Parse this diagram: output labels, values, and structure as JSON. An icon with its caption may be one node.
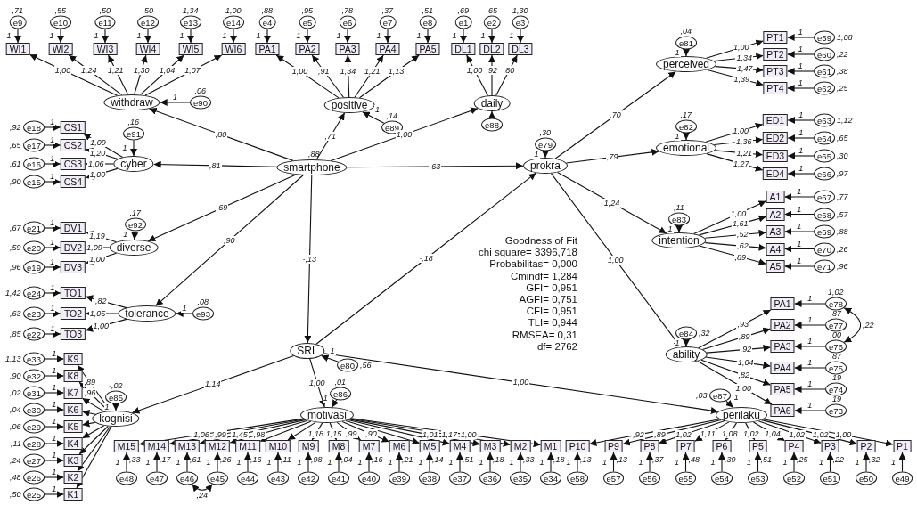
{
  "diagram": {
    "nodes": [
      {
        "text": [
          "e9"
        ],
        "beside": [
          ",71"
        ]
      },
      {
        "text": [
          "e10"
        ],
        "beside": [
          ",55"
        ]
      },
      {
        "text": [
          "e11"
        ],
        "beside": [
          ",50"
        ]
      },
      {
        "text": [
          "e12"
        ],
        "beside": [
          ",50"
        ]
      },
      {
        "text": [
          "e13"
        ],
        "beside": [
          "1,34"
        ]
      },
      {
        "text": [
          "e14"
        ],
        "beside": [
          "1,00"
        ]
      },
      {
        "text": [
          "WI1"
        ]
      },
      {
        "text": [
          "WI2"
        ]
      },
      {
        "text": [
          "WI3"
        ]
      },
      {
        "text": [
          "WI4"
        ]
      },
      {
        "text": [
          "WI5"
        ]
      },
      {
        "text": [
          "WI6"
        ]
      },
      {
        "text": [
          "withdraw"
        ]
      },
      {
        "text": [
          "e90"
        ],
        "beside": [
          ",06"
        ]
      },
      {
        "text": [
          "e4"
        ],
        "beside": [
          ",88"
        ]
      },
      {
        "text": [
          "e5"
        ],
        "beside": [
          ",95"
        ]
      },
      {
        "text": [
          "e6"
        ],
        "beside": [
          ",78"
        ]
      },
      {
        "text": [
          "e7"
        ],
        "beside": [
          ",37"
        ]
      },
      {
        "text": [
          "e8"
        ],
        "beside": [
          ",51"
        ]
      },
      {
        "text": [
          "PA1"
        ]
      },
      {
        "text": [
          "PA2"
        ]
      },
      {
        "text": [
          "PA3"
        ]
      },
      {
        "text": [
          "PA4"
        ]
      },
      {
        "text": [
          "PA5"
        ]
      },
      {
        "text": [
          "positive"
        ]
      },
      {
        "text": [
          "e89"
        ],
        "beside": [
          ",14"
        ]
      },
      {
        "text": [
          "e1"
        ],
        "beside": [
          ",69"
        ]
      },
      {
        "text": [
          "e2"
        ],
        "beside": [
          ",65"
        ]
      },
      {
        "text": [
          "e3"
        ],
        "beside": [
          "1,30"
        ]
      },
      {
        "text": [
          "DL1"
        ]
      },
      {
        "text": [
          "DL2"
        ]
      },
      {
        "text": [
          "DL3"
        ]
      },
      {
        "text": [
          "daily"
        ]
      },
      {
        "text": [
          "e88"
        ]
      },
      {
        "text": [
          "e81"
        ],
        "beside": [
          ",04"
        ]
      },
      {
        "text": [
          "perceived"
        ]
      },
      {
        "text": [
          "PT1"
        ]
      },
      {
        "text": [
          "PT2"
        ]
      },
      {
        "text": [
          "PT3"
        ]
      },
      {
        "text": [
          "PT4"
        ]
      },
      {
        "text": [
          "e59"
        ],
        "beside": [
          "1,08"
        ]
      },
      {
        "text": [
          "e60"
        ],
        "beside": [
          ",22"
        ]
      },
      {
        "text": [
          "e61"
        ],
        "beside": [
          ",38"
        ]
      },
      {
        "text": [
          "e62"
        ],
        "beside": [
          ",25"
        ]
      },
      {
        "text": [
          "e91"
        ],
        "beside": [
          ",16"
        ]
      },
      {
        "text": [
          "cyber"
        ]
      },
      {
        "text": [
          "CS1"
        ]
      },
      {
        "text": [
          "CS2"
        ]
      },
      {
        "text": [
          "CS3"
        ]
      },
      {
        "text": [
          "CS4"
        ]
      },
      {
        "text": [
          "e18"
        ],
        "beside": [
          ",92"
        ]
      },
      {
        "text": [
          "e17"
        ],
        "beside": [
          ",65"
        ]
      },
      {
        "text": [
          "e16"
        ],
        "beside": [
          ",61"
        ]
      },
      {
        "text": [
          "e15"
        ],
        "beside": [
          ",90"
        ]
      },
      {
        "text": [
          "smartphone"
        ],
        "beside": [
          ",88"
        ]
      },
      {
        "text": [
          "e79"
        ],
        "beside": [
          ",30"
        ]
      },
      {
        "text": [
          "prokra"
        ]
      },
      {
        "text": [
          "e82"
        ],
        "beside": [
          ",17"
        ]
      },
      {
        "text": [
          "emotional"
        ]
      },
      {
        "text": [
          "ED1"
        ]
      },
      {
        "text": [
          "ED2"
        ]
      },
      {
        "text": [
          "ED3"
        ]
      },
      {
        "text": [
          "ED4"
        ]
      },
      {
        "text": [
          "e63"
        ],
        "beside": [
          "1,12"
        ]
      },
      {
        "text": [
          "e64"
        ],
        "beside": [
          ",65"
        ]
      },
      {
        "text": [
          "e65"
        ],
        "beside": [
          ",30"
        ]
      },
      {
        "text": [
          "e66"
        ],
        "beside": [
          ",97"
        ]
      },
      {
        "text": [
          "e83"
        ],
        "beside": [
          ",11"
        ]
      },
      {
        "text": [
          "intention"
        ]
      },
      {
        "text": [
          "A1"
        ]
      },
      {
        "text": [
          "A2"
        ]
      },
      {
        "text": [
          "A3"
        ]
      },
      {
        "text": [
          "A4"
        ]
      },
      {
        "text": [
          "A5"
        ]
      },
      {
        "text": [
          "e67"
        ],
        "beside": [
          ",77"
        ]
      },
      {
        "text": [
          "e68"
        ],
        "beside": [
          ",57"
        ]
      },
      {
        "text": [
          "e69"
        ],
        "beside": [
          ",88"
        ]
      },
      {
        "text": [
          "e70"
        ],
        "beside": [
          ",26"
        ]
      },
      {
        "text": [
          "e71"
        ],
        "beside": [
          ",96"
        ]
      },
      {
        "text": [
          "e92"
        ],
        "beside": [
          ",17"
        ]
      },
      {
        "text": [
          "diverse"
        ]
      },
      {
        "text": [
          "DV1"
        ]
      },
      {
        "text": [
          "DV2"
        ]
      },
      {
        "text": [
          "DV3"
        ]
      },
      {
        "text": [
          "e21"
        ],
        "beside": [
          ",67"
        ]
      },
      {
        "text": [
          "e20"
        ],
        "beside": [
          ",59"
        ]
      },
      {
        "text": [
          "e19"
        ],
        "beside": [
          ",96"
        ]
      },
      {
        "text": [
          "tolerance"
        ]
      },
      {
        "text": [
          "e93"
        ],
        "beside": [
          ",08"
        ]
      },
      {
        "text": [
          "TO1"
        ]
      },
      {
        "text": [
          "TO2"
        ]
      },
      {
        "text": [
          "TO3"
        ]
      },
      {
        "text": [
          "e24"
        ],
        "beside": [
          "1,42"
        ]
      },
      {
        "text": [
          "e23"
        ],
        "beside": [
          ",63"
        ]
      },
      {
        "text": [
          "e22"
        ],
        "beside": [
          ",85"
        ]
      },
      {
        "text": [
          "e84"
        ],
        "beside": [
          ",32"
        ]
      },
      {
        "text": [
          "ability"
        ]
      },
      {
        "text": [
          "PA1"
        ]
      },
      {
        "text": [
          "PA2"
        ]
      },
      {
        "text": [
          "PA3"
        ]
      },
      {
        "text": [
          "PA4"
        ]
      },
      {
        "text": [
          "PA5"
        ]
      },
      {
        "text": [
          "PA6"
        ]
      },
      {
        "text": [
          "e78"
        ],
        "beside": [
          "1,02"
        ]
      },
      {
        "text": [
          "e77"
        ],
        "beside": [
          ",87"
        ]
      },
      {
        "text": [
          "e76"
        ],
        "beside": [
          ",00"
        ]
      },
      {
        "text": [
          "e75"
        ],
        "beside": [
          ",87"
        ]
      },
      {
        "text": [
          "e74"
        ],
        "beside": [
          ",19"
        ]
      },
      {
        "text": [
          "e73"
        ],
        "beside": [
          ",19"
        ]
      },
      {
        "text": [
          "SRL"
        ]
      },
      {
        "text": [
          "e80"
        ],
        "beside": [
          ",56"
        ]
      },
      {
        "text": [
          "e85"
        ],
        "beside": [
          "-,02"
        ]
      },
      {
        "text": [
          "kognisi"
        ]
      },
      {
        "text": [
          "K9"
        ]
      },
      {
        "text": [
          "K8"
        ]
      },
      {
        "text": [
          "K7"
        ]
      },
      {
        "text": [
          "K6"
        ]
      },
      {
        "text": [
          "K5"
        ]
      },
      {
        "text": [
          "K4"
        ]
      },
      {
        "text": [
          "K3"
        ]
      },
      {
        "text": [
          "K2"
        ]
      },
      {
        "text": [
          "K1"
        ]
      },
      {
        "text": [
          "e33"
        ],
        "beside": [
          "1,13"
        ]
      },
      {
        "text": [
          "e32"
        ],
        "beside": [
          ",90"
        ]
      },
      {
        "text": [
          "e31"
        ],
        "beside": [
          ",02"
        ]
      },
      {
        "text": [
          "e30"
        ],
        "beside": [
          ",04"
        ]
      },
      {
        "text": [
          "e29"
        ],
        "beside": [
          ",06"
        ]
      },
      {
        "text": [
          "e28"
        ],
        "beside": [
          ",11"
        ]
      },
      {
        "text": [
          "e27"
        ],
        "beside": [
          ",24"
        ]
      },
      {
        "text": [
          "e26"
        ],
        "beside": [
          ",48"
        ]
      },
      {
        "text": [
          "e25"
        ],
        "beside": [
          ",50"
        ]
      },
      {
        "text": [
          "e86"
        ],
        "beside": [
          ",01"
        ]
      },
      {
        "text": [
          "motivasi"
        ]
      },
      {
        "text": [
          "M15"
        ]
      },
      {
        "text": [
          "M14"
        ]
      },
      {
        "text": [
          "M13"
        ]
      },
      {
        "text": [
          "M12"
        ]
      },
      {
        "text": [
          "M11"
        ]
      },
      {
        "text": [
          "M10"
        ]
      },
      {
        "text": [
          "M9"
        ]
      },
      {
        "text": [
          "M8"
        ]
      },
      {
        "text": [
          "M7"
        ]
      },
      {
        "text": [
          "M6"
        ]
      },
      {
        "text": [
          "M5"
        ]
      },
      {
        "text": [
          "M4"
        ]
      },
      {
        "text": [
          "M3"
        ]
      },
      {
        "text": [
          "M2"
        ]
      },
      {
        "text": [
          "M1"
        ]
      },
      {
        "text": [
          "e48"
        ],
        "beside": [
          ",33"
        ]
      },
      {
        "text": [
          "e47"
        ],
        "beside": [
          ",17"
        ]
      },
      {
        "text": [
          "e46"
        ],
        "beside": [
          ",61"
        ]
      },
      {
        "text": [
          "e45"
        ],
        "beside": [
          ",26"
        ]
      },
      {
        "text": [
          "e44"
        ],
        "beside": [
          ",16"
        ]
      },
      {
        "text": [
          "e43"
        ],
        "beside": [
          ",11"
        ]
      },
      {
        "text": [
          "e42"
        ],
        "beside": [
          ",98"
        ]
      },
      {
        "text": [
          "e41"
        ],
        "beside": [
          ",04"
        ]
      },
      {
        "text": [
          "e40"
        ],
        "beside": [
          ",16"
        ]
      },
      {
        "text": [
          "e39"
        ],
        "beside": [
          ",21"
        ]
      },
      {
        "text": [
          "e38"
        ],
        "beside": [
          ",14"
        ]
      },
      {
        "text": [
          "e37"
        ],
        "beside": [
          ",51"
        ]
      },
      {
        "text": [
          "e36"
        ],
        "beside": [
          ",18"
        ]
      },
      {
        "text": [
          "e35"
        ],
        "beside": [
          ",33"
        ]
      },
      {
        "text": [
          "e34"
        ],
        "beside": [
          ",18"
        ]
      },
      {
        "text": [
          "e87"
        ],
        "beside": [
          ",03"
        ]
      },
      {
        "text": [
          "perilaku"
        ]
      },
      {
        "text": [
          "P10"
        ]
      },
      {
        "text": [
          "P9"
        ]
      },
      {
        "text": [
          "P8"
        ]
      },
      {
        "text": [
          "P7"
        ]
      },
      {
        "text": [
          "P6"
        ]
      },
      {
        "text": [
          "P5"
        ]
      },
      {
        "text": [
          "P4"
        ]
      },
      {
        "text": [
          "P3"
        ]
      },
      {
        "text": [
          "P2"
        ]
      },
      {
        "text": [
          "P1"
        ]
      },
      {
        "text": [
          "e58"
        ],
        "beside": [
          ",13"
        ]
      },
      {
        "text": [
          "e57"
        ],
        "beside": [
          ",13"
        ]
      },
      {
        "text": [
          "e56"
        ],
        "beside": [
          ",37"
        ]
      },
      {
        "text": [
          "e55"
        ],
        "beside": [
          ",48"
        ]
      },
      {
        "text": [
          "e54"
        ],
        "beside": [
          ",39"
        ]
      },
      {
        "text": [
          "e53"
        ],
        "beside": [
          ",51"
        ]
      },
      {
        "text": [
          "e52"
        ],
        "beside": [
          ",25"
        ]
      },
      {
        "text": [
          "e51"
        ],
        "beside": [
          ",22"
        ]
      },
      {
        "text": [
          "e50"
        ],
        "beside": [
          ",32"
        ]
      },
      {
        "text": [
          "e49"
        ]
      }
    ],
    "edges": [
      {
        "from": 0,
        "to": 6,
        "arrow": "to",
        "label": "1"
      },
      {
        "from": 1,
        "to": 7,
        "arrow": "to",
        "label": "1"
      },
      {
        "from": 2,
        "to": 8,
        "arrow": "to",
        "label": "1"
      },
      {
        "from": 3,
        "to": 9,
        "arrow": "to",
        "label": "1"
      },
      {
        "from": 4,
        "to": 10,
        "arrow": "to",
        "label": "1"
      },
      {
        "from": 5,
        "to": 11,
        "arrow": "to",
        "label": "1"
      },
      {
        "from": 12,
        "to": 6,
        "arrow": "to",
        "label": "1,00"
      },
      {
        "from": 12,
        "to": 7,
        "arrow": "to",
        "label": "1,24"
      },
      {
        "from": 12,
        "to": 8,
        "arrow": "to",
        "label": "1,21"
      },
      {
        "from": 12,
        "to": 9,
        "arrow": "to",
        "label": "1,30"
      },
      {
        "from": 12,
        "to": 10,
        "arrow": "to",
        "label": "1,04"
      },
      {
        "from": 12,
        "to": 11,
        "arrow": "to",
        "label": "1,07"
      },
      {
        "from": 13,
        "to": 12,
        "arrow": "to",
        "label": "1"
      },
      {
        "from": 14,
        "to": 19,
        "arrow": "to",
        "label": "1"
      },
      {
        "from": 15,
        "to": 20,
        "arrow": "to",
        "label": "1"
      },
      {
        "from": 16,
        "to": 21,
        "arrow": "to",
        "label": "1"
      },
      {
        "from": 17,
        "to": 22,
        "arrow": "to",
        "label": "1"
      },
      {
        "from": 18,
        "to": 23,
        "arrow": "to",
        "label": "1"
      },
      {
        "from": 24,
        "to": 19,
        "arrow": "to",
        "label": "1,00"
      },
      {
        "from": 24,
        "to": 20,
        "arrow": "to",
        "label": ",91"
      },
      {
        "from": 24,
        "to": 21,
        "arrow": "to",
        "label": "1,34"
      },
      {
        "from": 24,
        "to": 22,
        "arrow": "to",
        "label": "1,21"
      },
      {
        "from": 24,
        "to": 23,
        "arrow": "to",
        "label": "1,13"
      },
      {
        "from": 25,
        "to": 24,
        "arrow": "to",
        "label": "1"
      },
      {
        "from": 26,
        "to": 29,
        "arrow": "to",
        "label": "1"
      },
      {
        "from": 27,
        "to": 30,
        "arrow": "to",
        "label": "1"
      },
      {
        "from": 28,
        "to": 31,
        "arrow": "to",
        "label": "1"
      },
      {
        "from": 32,
        "to": 29,
        "arrow": "to",
        "label": "1,00"
      },
      {
        "from": 32,
        "to": 30,
        "arrow": "to",
        "label": ",92"
      },
      {
        "from": 32,
        "to": 31,
        "arrow": "to",
        "label": ",80"
      },
      {
        "from": 33,
        "to": 32,
        "arrow": "to"
      },
      {
        "from": 34,
        "to": 35,
        "arrow": "to",
        "label": "1"
      },
      {
        "from": 35,
        "to": 36,
        "arrow": "to",
        "label": "1,00"
      },
      {
        "from": 35,
        "to": 37,
        "arrow": "to",
        "label": "1,34"
      },
      {
        "from": 35,
        "to": 38,
        "arrow": "to",
        "label": "1,47"
      },
      {
        "from": 35,
        "to": 39,
        "arrow": "to",
        "label": "1,39"
      },
      {
        "from": 40,
        "to": 36,
        "arrow": "to",
        "label": "1"
      },
      {
        "from": 41,
        "to": 37,
        "arrow": "to",
        "label": "1"
      },
      {
        "from": 42,
        "to": 38,
        "arrow": "to",
        "label": "1"
      },
      {
        "from": 43,
        "to": 39,
        "arrow": "to",
        "label": "1"
      },
      {
        "from": 44,
        "to": 45,
        "arrow": "to",
        "label": "1"
      },
      {
        "from": 45,
        "to": 46,
        "arrow": "to",
        "label": "1,09"
      },
      {
        "from": 45,
        "to": 47,
        "arrow": "to",
        "label": "1,20"
      },
      {
        "from": 45,
        "to": 48,
        "arrow": "to",
        "label": "1,06"
      },
      {
        "from": 45,
        "to": 49,
        "arrow": "to",
        "label": "1,00"
      },
      {
        "from": 50,
        "to": 46,
        "arrow": "to",
        "label": "1"
      },
      {
        "from": 51,
        "to": 47,
        "arrow": "to",
        "label": "1"
      },
      {
        "from": 52,
        "to": 48,
        "arrow": "to",
        "label": "1"
      },
      {
        "from": 53,
        "to": 49,
        "arrow": "to",
        "label": "1"
      },
      {
        "from": 55,
        "to": 56,
        "arrow": "to",
        "label": "1"
      },
      {
        "from": 57,
        "to": 58,
        "arrow": "to",
        "label": "1"
      },
      {
        "from": 58,
        "to": 59,
        "arrow": "to",
        "label": "1,00"
      },
      {
        "from": 58,
        "to": 60,
        "arrow": "to",
        "label": "1,36"
      },
      {
        "from": 58,
        "to": 61,
        "arrow": "to",
        "label": "1,21"
      },
      {
        "from": 58,
        "to": 62,
        "arrow": "to",
        "label": "1,27"
      },
      {
        "from": 63,
        "to": 59,
        "arrow": "to",
        "label": "1"
      },
      {
        "from": 64,
        "to": 60,
        "arrow": "to",
        "label": "1"
      },
      {
        "from": 65,
        "to": 61,
        "arrow": "to",
        "label": "1"
      },
      {
        "from": 66,
        "to": 62,
        "arrow": "to",
        "label": "1"
      },
      {
        "from": 67,
        "to": 68,
        "arrow": "to",
        "label": "1"
      },
      {
        "from": 68,
        "to": 69,
        "arrow": "to",
        "label": "1,00"
      },
      {
        "from": 68,
        "to": 70,
        "arrow": "to",
        "label": "1,61"
      },
      {
        "from": 68,
        "to": 71,
        "arrow": "to",
        "label": ",52"
      },
      {
        "from": 68,
        "to": 72,
        "arrow": "to",
        "label": ",62"
      },
      {
        "from": 68,
        "to": 73,
        "arrow": "to",
        "label": ",89"
      },
      {
        "from": 74,
        "to": 69,
        "arrow": "to",
        "label": "1"
      },
      {
        "from": 75,
        "to": 70,
        "arrow": "to",
        "label": "1"
      },
      {
        "from": 76,
        "to": 71,
        "arrow": "to",
        "label": "1"
      },
      {
        "from": 77,
        "to": 72,
        "arrow": "to",
        "label": "1"
      },
      {
        "from": 78,
        "to": 73,
        "arrow": "to",
        "label": "1"
      },
      {
        "from": 79,
        "to": 80,
        "arrow": "to",
        "label": "1"
      },
      {
        "from": 80,
        "to": 81,
        "arrow": "to",
        "label": "1,19"
      },
      {
        "from": 80,
        "to": 82,
        "arrow": "to",
        "label": "1,09"
      },
      {
        "from": 80,
        "to": 83,
        "arrow": "to",
        "label": "1,00"
      },
      {
        "from": 84,
        "to": 81,
        "arrow": "to",
        "label": "1"
      },
      {
        "from": 85,
        "to": 82,
        "arrow": "to",
        "label": "1"
      },
      {
        "from": 86,
        "to": 83,
        "arrow": "to",
        "label": "1"
      },
      {
        "from": 88,
        "to": 87,
        "arrow": "to",
        "label": "1"
      },
      {
        "from": 87,
        "to": 89,
        "arrow": "to",
        "label": ",82"
      },
      {
        "from": 87,
        "to": 90,
        "arrow": "to",
        "label": "1,05"
      },
      {
        "from": 87,
        "to": 91,
        "arrow": "to",
        "label": "1,00"
      },
      {
        "from": 92,
        "to": 89,
        "arrow": "to",
        "label": "1"
      },
      {
        "from": 93,
        "to": 90,
        "arrow": "to",
        "label": "1"
      },
      {
        "from": 94,
        "to": 91,
        "arrow": "to",
        "label": "1"
      },
      {
        "from": 95,
        "to": 96,
        "arrow": "to",
        "label": "1"
      },
      {
        "from": 96,
        "to": 97,
        "arrow": "to",
        "label": ",93"
      },
      {
        "from": 96,
        "to": 98,
        "arrow": "to",
        "label": ",89"
      },
      {
        "from": 96,
        "to": 99,
        "arrow": "to",
        "label": ",92"
      },
      {
        "from": 96,
        "to": 100,
        "arrow": "to",
        "label": "1,04"
      },
      {
        "from": 96,
        "to": 101,
        "arrow": "to",
        "label": ",82"
      },
      {
        "from": 96,
        "to": 102,
        "arrow": "to",
        "label": "1,00"
      },
      {
        "from": 103,
        "to": 97,
        "arrow": "to",
        "label": "1"
      },
      {
        "from": 104,
        "to": 98,
        "arrow": "to",
        "label": "1"
      },
      {
        "from": 105,
        "to": 99,
        "arrow": "to",
        "label": "1"
      },
      {
        "from": 106,
        "to": 100,
        "arrow": "to",
        "label": "1"
      },
      {
        "from": 107,
        "to": 101,
        "arrow": "to",
        "label": "1"
      },
      {
        "from": 108,
        "to": 102,
        "arrow": "to",
        "label": "1"
      },
      {
        "from": 103,
        "to": 105,
        "arrow": "both",
        "label": ",22"
      },
      {
        "from": 110,
        "to": 109,
        "arrow": "to",
        "label": "1"
      },
      {
        "from": 111,
        "to": 112,
        "arrow": "to",
        "label": "1"
      },
      {
        "from": 112,
        "to": 113,
        "arrow": "to",
        "label": ",89"
      },
      {
        "from": 112,
        "to": 114,
        "arrow": "to",
        "label": ",96"
      },
      {
        "from": 112,
        "to": 115,
        "arrow": "to"
      },
      {
        "from": 112,
        "to": 116,
        "arrow": "to"
      },
      {
        "from": 112,
        "to": 117,
        "arrow": "to"
      },
      {
        "from": 112,
        "to": 118,
        "arrow": "to"
      },
      {
        "from": 112,
        "to": 119,
        "arrow": "to"
      },
      {
        "from": 112,
        "to": 120,
        "arrow": "to"
      },
      {
        "from": 112,
        "to": 121,
        "arrow": "to"
      },
      {
        "from": 122,
        "to": 113,
        "arrow": "to",
        "label": "1"
      },
      {
        "from": 123,
        "to": 114,
        "arrow": "to",
        "label": "1"
      },
      {
        "from": 124,
        "to": 115,
        "arrow": "to",
        "label": "1"
      },
      {
        "from": 125,
        "to": 116,
        "arrow": "to",
        "label": "1"
      },
      {
        "from": 126,
        "to": 117,
        "arrow": "to",
        "label": "1"
      },
      {
        "from": 127,
        "to": 118,
        "arrow": "to",
        "label": "1"
      },
      {
        "from": 128,
        "to": 119,
        "arrow": "to",
        "label": "1"
      },
      {
        "from": 129,
        "to": 120,
        "arrow": "to",
        "label": "1"
      },
      {
        "from": 130,
        "to": 121,
        "arrow": "to",
        "label": "1"
      },
      {
        "from": 131,
        "to": 132,
        "arrow": "to",
        "label": "1"
      },
      {
        "from": 132,
        "to": 133,
        "arrow": "to",
        "label": "1,06"
      },
      {
        "from": 132,
        "to": 134,
        "arrow": "to",
        "label": ",99"
      },
      {
        "from": 132,
        "to": 135,
        "arrow": "to",
        "label": "1,45"
      },
      {
        "from": 132,
        "to": 136,
        "arrow": "to",
        "label": ",98"
      },
      {
        "from": 132,
        "to": 137,
        "arrow": "to"
      },
      {
        "from": 132,
        "to": 138,
        "arrow": "to"
      },
      {
        "from": 132,
        "to": 139,
        "arrow": "to",
        "label": "1,18"
      },
      {
        "from": 132,
        "to": 140,
        "arrow": "to",
        "label": "1,15"
      },
      {
        "from": 132,
        "to": 141,
        "arrow": "to",
        "label": ",99"
      },
      {
        "from": 132,
        "to": 142,
        "arrow": "to",
        "label": ",90"
      },
      {
        "from": 132,
        "to": 143,
        "arrow": "to"
      },
      {
        "from": 132,
        "to": 144,
        "arrow": "to"
      },
      {
        "from": 132,
        "to": 145,
        "arrow": "to",
        "label": "1,01"
      },
      {
        "from": 132,
        "to": 146,
        "arrow": "to",
        "label": "1,17"
      },
      {
        "from": 132,
        "to": 147,
        "arrow": "to",
        "label": "1,00"
      },
      {
        "from": 148,
        "to": 133,
        "arrow": "to",
        "label": "1"
      },
      {
        "from": 149,
        "to": 134,
        "arrow": "to",
        "label": "1"
      },
      {
        "from": 150,
        "to": 135,
        "arrow": "to",
        "label": "1"
      },
      {
        "from": 151,
        "to": 136,
        "arrow": "to",
        "label": "1"
      },
      {
        "from": 152,
        "to": 137,
        "arrow": "to",
        "label": "1"
      },
      {
        "from": 153,
        "to": 138,
        "arrow": "to",
        "label": "1"
      },
      {
        "from": 154,
        "to": 139,
        "arrow": "to",
        "label": "1"
      },
      {
        "from": 155,
        "to": 140,
        "arrow": "to",
        "label": "1"
      },
      {
        "from": 156,
        "to": 141,
        "arrow": "to",
        "label": "1"
      },
      {
        "from": 157,
        "to": 142,
        "arrow": "to",
        "label": "1"
      },
      {
        "from": 158,
        "to": 143,
        "arrow": "to",
        "label": "1"
      },
      {
        "from": 159,
        "to": 144,
        "arrow": "to",
        "label": "1"
      },
      {
        "from": 160,
        "to": 145,
        "arrow": "to",
        "label": "1"
      },
      {
        "from": 161,
        "to": 146,
        "arrow": "to",
        "label": "1"
      },
      {
        "from": 162,
        "to": 147,
        "arrow": "to",
        "label": "1"
      },
      {
        "from": 150,
        "to": 151,
        "arrow": "both",
        "label": ",24"
      },
      {
        "from": 163,
        "to": 164,
        "arrow": "to",
        "label": "1"
      },
      {
        "from": 164,
        "to": 165,
        "arrow": "to",
        "label": ",92"
      },
      {
        "from": 164,
        "to": 166,
        "arrow": "to",
        "label": ",89"
      },
      {
        "from": 164,
        "to": 167,
        "arrow": "to",
        "label": "1,02"
      },
      {
        "from": 164,
        "to": 168,
        "arrow": "to",
        "label": "1,11"
      },
      {
        "from": 164,
        "to": 169,
        "arrow": "to",
        "label": "1,08"
      },
      {
        "from": 164,
        "to": 170,
        "arrow": "to",
        "label": "1,02"
      },
      {
        "from": 164,
        "to": 171,
        "arrow": "to",
        "label": "1,04"
      },
      {
        "from": 164,
        "to": 172,
        "arrow": "to",
        "label": "1,02"
      },
      {
        "from": 164,
        "to": 173,
        "arrow": "to",
        "label": "1,02"
      },
      {
        "from": 164,
        "to": 174,
        "arrow": "to",
        "label": "1,00"
      },
      {
        "from": 175,
        "to": 165,
        "arrow": "to",
        "label": "1"
      },
      {
        "from": 176,
        "to": 166,
        "arrow": "to",
        "label": "1"
      },
      {
        "from": 177,
        "to": 167,
        "arrow": "to",
        "label": "1"
      },
      {
        "from": 178,
        "to": 168,
        "arrow": "to",
        "label": "1"
      },
      {
        "from": 179,
        "to": 169,
        "arrow": "to",
        "label": "1"
      },
      {
        "from": 180,
        "to": 170,
        "arrow": "to",
        "label": "1"
      },
      {
        "from": 181,
        "to": 171,
        "arrow": "to",
        "label": "1"
      },
      {
        "from": 182,
        "to": 172,
        "arrow": "to",
        "label": "1"
      },
      {
        "from": 183,
        "to": 173,
        "arrow": "to",
        "label": "1"
      },
      {
        "from": 184,
        "to": 174,
        "arrow": "to",
        "label": "1"
      },
      {
        "from": 54,
        "to": 12,
        "arrow": "to",
        "label": ",80"
      },
      {
        "from": 54,
        "to": 24,
        "arrow": "to",
        "label": ",71"
      },
      {
        "from": 54,
        "to": 32,
        "arrow": "to",
        "label": "1,00"
      },
      {
        "from": 54,
        "to": 45,
        "arrow": "to",
        "label": ",81"
      },
      {
        "from": 54,
        "to": 80,
        "arrow": "to",
        "label": ",69"
      },
      {
        "from": 54,
        "to": 87,
        "arrow": "to",
        "label": ",90"
      },
      {
        "from": 54,
        "to": 56,
        "arrow": "to",
        "label": ",63"
      },
      {
        "from": 54,
        "to": 109,
        "arrow": "to",
        "label": "-,13"
      },
      {
        "from": 109,
        "to": 56,
        "arrow": "to",
        "label": "-,18"
      },
      {
        "from": 109,
        "to": 112,
        "arrow": "to",
        "label": "1,14"
      },
      {
        "from": 109,
        "to": 132,
        "arrow": "to",
        "label": "1,00"
      },
      {
        "from": 109,
        "to": 164,
        "arrow": "to",
        "label": "1,00"
      },
      {
        "from": 56,
        "to": 35,
        "arrow": "to",
        "label": ",70"
      },
      {
        "from": 56,
        "to": 58,
        "arrow": "to",
        "label": ",79"
      },
      {
        "from": 56,
        "to": 68,
        "arrow": "to",
        "label": "1,24"
      },
      {
        "from": 56,
        "to": 96,
        "arrow": "to",
        "label": "1,00"
      }
    ],
    "labels": [
      "Goodness of Fit",
      "chi square= 3396,718",
      "Probabilitas= 0,000",
      "Cmindf= 1,284",
      "GFI= 0,951",
      "AGFI= 0,751",
      "CFI= 0,951",
      "TLI= 0,944",
      "RMSEA= 0,31",
      "df= 2762"
    ]
  }
}
